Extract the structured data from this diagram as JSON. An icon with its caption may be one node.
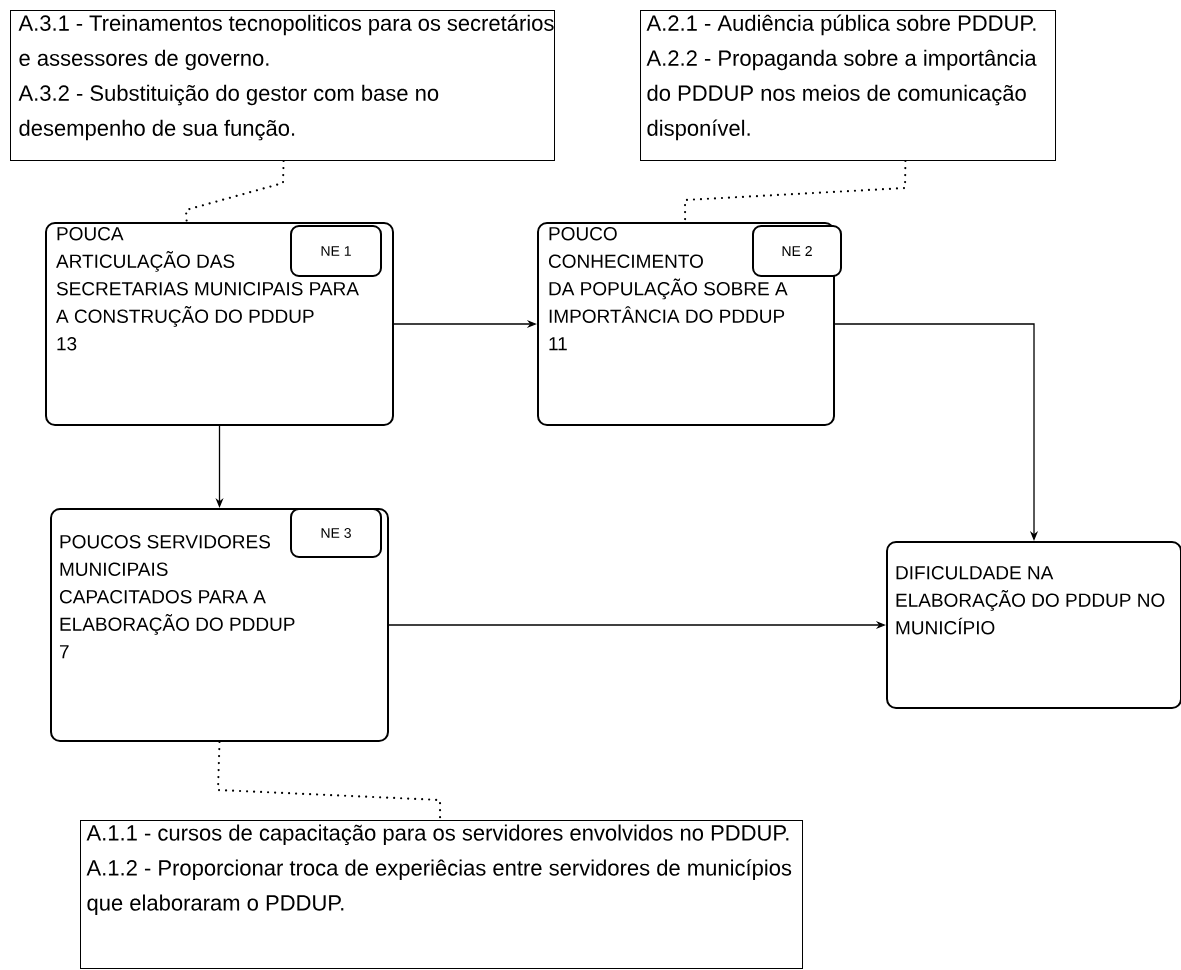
{
  "diagram": {
    "nodes": [
      {
        "text": [
          "A.3.1 - Treinamentos tecnopoliticos para os secretários e assessores de governo.",
          "A.3.2 - Substituição do gestor com base no desempenho de sua função."
        ]
      },
      {
        "text": [
          "A.2.1 - Audiência pública sobre PDDUP.",
          "A.2.2 - Propaganda sobre a importância do PDDUP nos meios de comunicação disponível."
        ]
      },
      {
        "text": [
          "POUCA ARTICULAÇÃO DAS SECRETARIAS MUNICIPAIS PARA A CONSTRUÇÃO DO PDDUP",
          "13"
        ]
      },
      {
        "text": [
          "NE 1"
        ],
        "in": 2
      },
      {
        "text": [
          "POUCO CONHECIMENTO DA POPULAÇÃO SOBRE A IMPORTÂNCIA DO PDDUP",
          "11"
        ]
      },
      {
        "text": [
          "NE 2"
        ]
      },
      {
        "text": [
          "POUCOS SERVIDORES MUNICIPAIS CAPACITADOS PARA A ELABORAÇÃO DO PDDUP",
          "7"
        ]
      },
      {
        "text": [
          "NE 3"
        ],
        "in": 6
      },
      {
        "text": [
          "DIFICULDADE NA ELABORAÇÃO DO PDDUP NO MUNICÍPIO"
        ]
      },
      {
        "text": [
          "A.1.1 - cursos de capacitação para os servidores envolvidos no PDDUP.",
          "A.1.2 - Proporcionar troca de experiêcias entre servidores de municípios que elaboraram o PDDUP."
        ]
      }
    ],
    "edges": [
      {
        "from": 0,
        "to": 2,
        "arrow": "none",
        "style": "dashed"
      },
      {
        "from": 1,
        "to": 4,
        "arrow": "none",
        "style": "dashed"
      },
      {
        "from": 2,
        "to": 4,
        "arrow": "to"
      },
      {
        "from": 2,
        "to": 6,
        "arrow": "to"
      },
      {
        "from": 4,
        "to": 8,
        "arrow": "to"
      },
      {
        "from": 6,
        "to": 8,
        "arrow": "to"
      },
      {
        "from": 6,
        "to": 9,
        "arrow": "none",
        "style": "dashed"
      }
    ]
  }
}
